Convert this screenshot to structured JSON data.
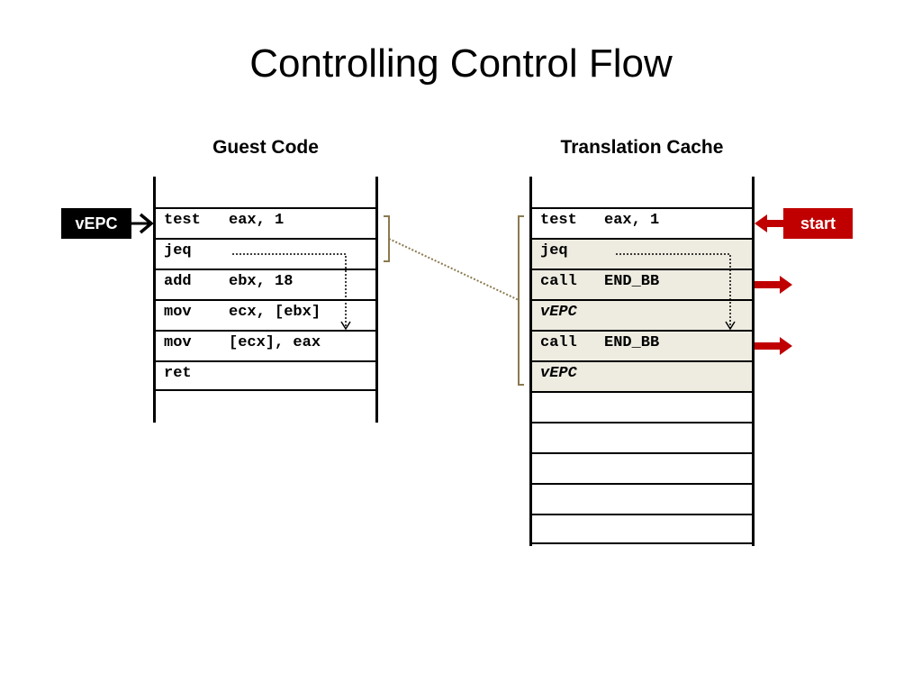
{
  "title": "Controlling Control Flow",
  "guest": {
    "heading": "Guest Code",
    "rows": [
      {
        "op": "test",
        "args": "eax, 1"
      },
      {
        "op": "jeq",
        "args": ""
      },
      {
        "op": "add",
        "args": "ebx, 18"
      },
      {
        "op": "mov",
        "args": "ecx, [ebx]"
      },
      {
        "op": "mov",
        "args": "[ecx], eax"
      },
      {
        "op": "ret",
        "args": ""
      }
    ],
    "pointer_label": "vEPC"
  },
  "cache": {
    "heading": "Translation Cache",
    "rows": [
      {
        "op": "test",
        "args": "eax, 1"
      },
      {
        "op": "jeq",
        "args": ""
      },
      {
        "op": "call",
        "args": "END_BB"
      },
      {
        "op": "vEPC",
        "args": ""
      },
      {
        "op": "call",
        "args": "END_BB"
      },
      {
        "op": "vEPC",
        "args": ""
      }
    ],
    "start_label": "start"
  },
  "colors": {
    "pointer_box": "#000000",
    "start_box": "#c00000",
    "arrow_red": "#c00000",
    "bracket": "#8b7a50",
    "shaded_row": "#eeece1"
  }
}
